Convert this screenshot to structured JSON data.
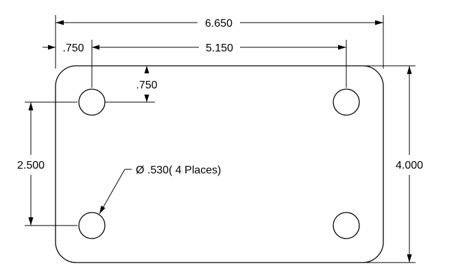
{
  "drawing": {
    "dimensions": {
      "overall_width": "6.650",
      "hole_spacing_width": "5.150",
      "left_offset": ".750",
      "top_offset": ".750",
      "hole_spacing_height": "2.500",
      "overall_height": "4.000"
    },
    "callout": {
      "hole_note": "Ø .530( 4 Places)"
    },
    "colors": {
      "line": "#000000",
      "background": "#ffffff"
    }
  }
}
